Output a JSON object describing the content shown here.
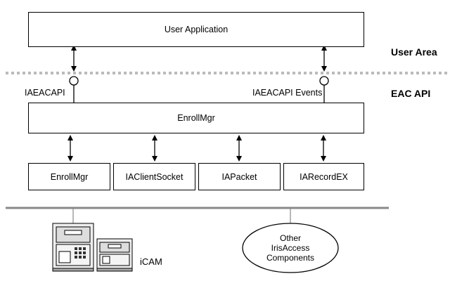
{
  "top_box": "User Application",
  "middle_box": "EnrollMgr",
  "bottom_boxes": [
    "EnrollMgr",
    "IAClientSocket",
    "IAPacket",
    "IARecordEX"
  ],
  "interface_left": "IAEACAPI",
  "interface_right": "IAEACAPI Events",
  "areas": {
    "user": "User Area",
    "api": "EAC API"
  },
  "device_label": "iCAM",
  "other_components": [
    "Other",
    "IrisAccess",
    "Components"
  ]
}
